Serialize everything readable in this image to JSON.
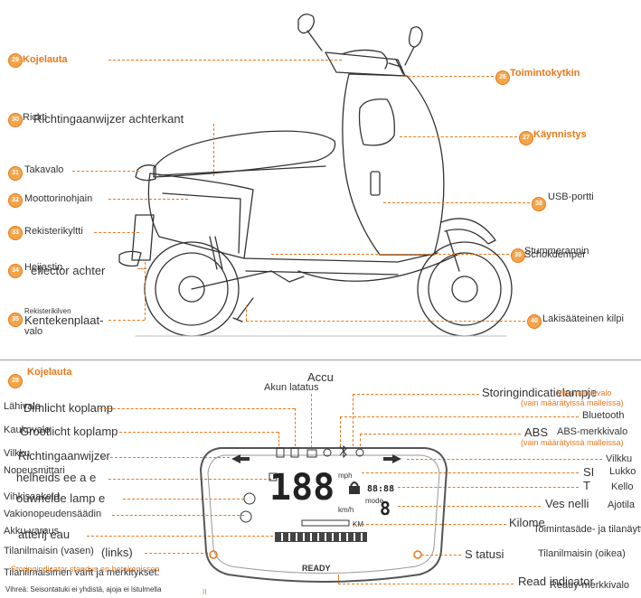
{
  "colors": {
    "accent": "#e8781a",
    "badge_fill": "#f3a54a",
    "line": "#333333"
  },
  "top": {
    "n29": "29",
    "kojelauta": "Kojelauta",
    "n30": "30",
    "taakse_a": "Rickti",
    "taakse_b": "Richtingaanwijzer achterkant",
    "n31": "31",
    "takavalo": "Takavalo",
    "n32": "32",
    "moottori": "Moottorinohjain",
    "n33": "33",
    "rekisteri": "Rekisterikyltti",
    "n34": "34",
    "heijastin_a": "Heijastin",
    "heijastin_b": "eflector achter",
    "n35": "35",
    "valo_a": "Rekisterikilven",
    "valo_b": "Kentekenplaat-",
    "valo_c": "valo",
    "n26": "26",
    "toiminto": "Toimintokytkin",
    "n27": "27",
    "kaynnistys": "Käynnistys",
    "n38": "38",
    "usb": "USB-portti",
    "n39": "39",
    "schok_a": "Stummerannin",
    "schok_b": "Schokdemper",
    "n40": "40",
    "lakisaat": "Lakisääteinen kilpi"
  },
  "bottom": {
    "n28": "28",
    "kojelauta": "Kojelauta",
    "accu": "Accu",
    "akun": "Akun latatus",
    "lahivalo": "Lähivalo",
    "dimlicht": "Dimlicht koplamp",
    "kaukovalo": "Kaukovalo",
    "grootlicht": "Grootlicht koplamp",
    "vilkku_l": "Vilkku",
    "richting": "Richtingaanwijzer",
    "nopeus_a": "Nopeusmittari",
    "nopeus_b": "nelheids  ee  a  e",
    "vihk_a": "Vihkisaakeld",
    "vihk_b": "ouwnelde      lamp e",
    "vakio": "Vakionopeudensäädin",
    "akku_a": "Akku-varaus",
    "akku_b": "atterlj   eau",
    "tila_vasen_a": "Tilanilmaisin (vasen)",
    "tila_vasen_b": "(links)",
    "merkit": "Tilanilmaisimen värit ja merkitykset:",
    "warn": "Storingindicator standus en betekenissen",
    "huom": "Vihreä: Seisontatuki ei yhdistä, ajoja ei lstulmella",
    "storing": "Storingindicatielampje",
    "vika_a": "Vikamerkkivalo",
    "vika_b": "(vain määrätyissä malleissa)",
    "bluetooth": "Bluetooth",
    "abs": "ABS",
    "abs_merkki": "ABS-merkkivalo",
    "abs_note": "(vain määrätyissä malleissa)",
    "vilkku_r": "Vilkku",
    "si": "SI",
    "lukko": "Lukko",
    "t": "T",
    "kello": "Kello",
    "vesnelli": "Ves nelli",
    "ajotila": "Ajotila",
    "kilome": "Kilome",
    "toimintasade": "Toimintasäde- ja tilanäyttö",
    "status": "S tatusi",
    "tila_oikea": "Tilanilmaisin (oikea)",
    "ready_ind": "Read  indicator",
    "ready_merkki": "Ready-merkkivalo"
  },
  "dash": {
    "speed": "188",
    "speed_unit": "mph",
    "speed_unit2": "km/h",
    "clock": "88:88",
    "mode": "8",
    "mode_label": "mode",
    "ready": "READY",
    "unit_km": "KM",
    "page_mark": "II"
  }
}
